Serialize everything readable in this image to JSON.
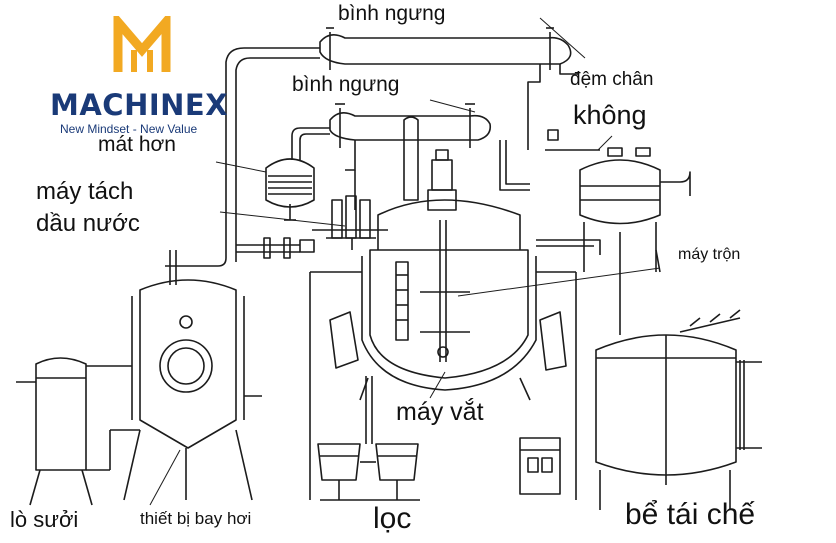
{
  "logo": {
    "name": "MACHINEX",
    "tagline": "New Mindset - New Value",
    "accent": "#f2a922",
    "brand_color": "#1a3a78"
  },
  "labels": {
    "condenser_top": "bình ngưng",
    "condenser_mid": "bình ngưng",
    "vacuum_buffer_line1": "đệm chân",
    "vacuum_buffer_line2": "không",
    "steam_cooler": "mát hơn",
    "oil_water_separator_line1": "máy tách",
    "oil_water_separator_line2": "dầu nước",
    "mixer": "máy trộn",
    "squeezer": "máy vắt",
    "heater": "lò sưởi",
    "evaporator": "thiết bị bay hơi",
    "filter": "lọc",
    "recycle_tank": "bể tái chế"
  },
  "colors": {
    "line": "#1c1c1c",
    "text": "#111111"
  }
}
